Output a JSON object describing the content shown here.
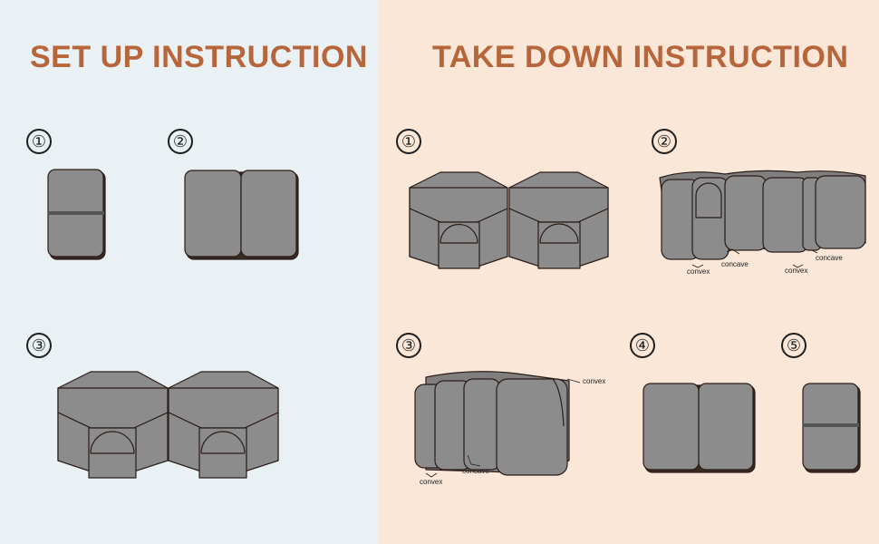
{
  "setup": {
    "title": "SET UP INSTRUCTION",
    "steps": [
      "①",
      "②",
      "③"
    ]
  },
  "takedown": {
    "title": "TAKE DOWN INSTRUCTION",
    "steps": [
      "①",
      "②",
      "③",
      "④",
      "⑤"
    ],
    "labels": {
      "convex": "convex",
      "concave": "concave"
    }
  },
  "colors": {
    "setup_bg": "#eaf1f5",
    "takedown_bg": "#fae7d8",
    "heading": "#b7653a",
    "panel_fill": "#8c8c8c",
    "outline": "#2a1c17"
  }
}
